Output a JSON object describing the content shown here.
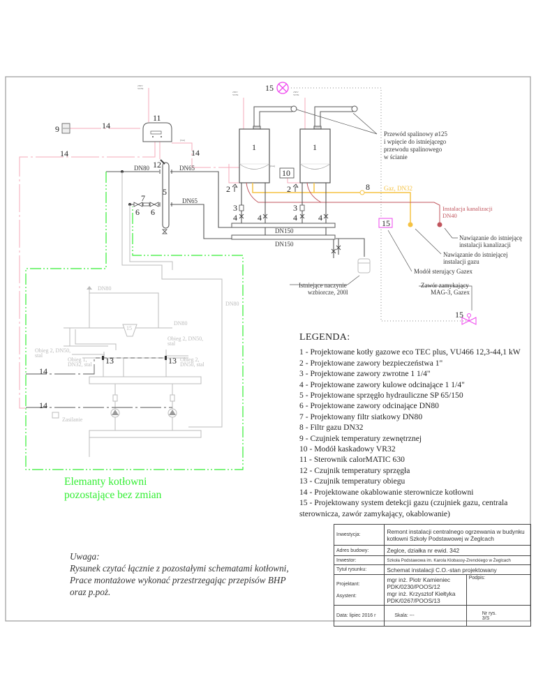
{
  "diagram": {
    "power_label_line1": "230V",
    "power_label_line2": "50 Hz",
    "bus_label": "(bus)",
    "tags": {
      "boiler": "1",
      "safety_valve": "2",
      "check_valve": "3",
      "ball_valve": "4",
      "hydraulic_separator": "5",
      "shutoff_valve": "6",
      "strainer": "7",
      "gas_filter": "8",
      "outdoor_sensor": "9",
      "cascade_module": "10",
      "controller": "11",
      "separator_sensor": "12",
      "circuit_sensor": "13",
      "control_cabling": "14",
      "gas_detection": "15"
    },
    "pipes": {
      "dn80": "DN80",
      "dn65": "DN65",
      "dn150": "DN150",
      "gas": "Gaz, DN32",
      "sewer_line1": "Instalacja kanalizacji",
      "sewer_line2": "DN40"
    },
    "annotations": {
      "flue_line1": "Przewód spalinowy ø125",
      "flue_line2": "i wpięcie do istniejącego",
      "flue_line3": "przewodu spalinowego",
      "flue_line4": "w ścianie",
      "sewer_conn_line1": "Nawiązanie do istniejącę",
      "sewer_conn_line2": "instalacji kanalizacji",
      "gas_conn_line1": "Nawiązanie do istniejącej",
      "gas_conn_line2": "instalacji gazu",
      "gazex_module": "Modół sterujący Gazex",
      "valve_line1": "Zawór zamykający",
      "valve_line2": "MAG-3, Gazex",
      "vessel_line1": "Istniejące naczynie",
      "vessel_line2": "wzbiorcze, 200l"
    },
    "existing": {
      "obieg2_left_line1": "Obieg 2, DN50,",
      "obieg2_left_line2": "stal",
      "obieg2_right_line1": "Obieg 2, DN50,",
      "obieg2_right_line2": "stal",
      "obieg1_line1": "Obieg 1,",
      "obieg1_line2": "DN32, stal",
      "obieg2_lower_line1": "Obieg 2,",
      "obieg2_lower_line2": "DN50, stal",
      "zasilanie": "Zasilanie",
      "dn80": "DN80"
    }
  },
  "legend": {
    "title": "LEGENDA:",
    "items": [
      "1 - Projektowane kotły gazowe eco TEC plus, VU466 12,3-44,1 kW",
      "2 - Projektowane zawory bezpieczeństwa 1\"",
      "3 - Projektowane zawory zwrotne 1 1/4\"",
      "4 - Projektowane zawory kulowe odcinające 1 1/4\"",
      "5 - Projektowane sprzęgło hydrauliczne SP 65/150",
      "6 - Projektowane zawory odcinające DN80",
      "7 - Projektowany filtr siatkowy DN80",
      "8 - Filtr gazu DN32",
      "9 - Czujniek temperatury zewnętrznej",
      "10 - Modół kaskadowy VR32",
      "11 - Sterownik calorMATIC 630",
      "12 - Czujnik temperatury sprzęgła",
      "13 - Czujnik temperatury obiegu",
      "14 - Projektowane okablowanie sterownicze kotłowni",
      "15 - Projektowany system detekcji gazu (czujniek gazu, centrala sterownicza, zawór zamykający, okablowanie)"
    ]
  },
  "green_label": {
    "line1": "Elemanty kotłowni",
    "line2": "pozostające bez zmian"
  },
  "remark": {
    "title": "Uwaga:",
    "line1": "Rysunek czytać łącznie z pozostałymi schematami kotłowni,",
    "line2": "Prace montażowe wykonać przestrzegając przepisów BHP oraz p.poż."
  },
  "title_block": {
    "investment_label": "Inwestycja:",
    "investment_value": "Remont instalacji centralnego ogrzewania w budynku kotłowni Szkoły Podstawowej w Żeglcach",
    "address_label": "Adres budowy:",
    "address_value": "Żeglce, działka nr ewid. 342",
    "investor_label": "Inwestor:",
    "investor_value": "Szkoła Podstawowa im. Karola Klobassy-Zrenckiego w Żeglcach",
    "drawing_title_label": "Tytuł rysunku:",
    "drawing_title_value": "Schemat instalacji C.O.-stan projektowany",
    "designer_label": "Projektant:",
    "assistant_label": "Asystent:",
    "designer_name": "mgr inż. Piotr Kamieniec",
    "designer_id": "PDK/0230/POOS/12",
    "assistant_name": "mgr inż. Krzysztof Kiełtyka",
    "assistant_id": "PDK/0267/POOS/13",
    "signature_label": "Podpis:",
    "date_label": "Data: lipiec 2016 r",
    "scale_label": "Skala:  ---",
    "drawing_no_label": "Nr rys.",
    "drawing_no_value": "3/S"
  },
  "colors": {
    "cable": "#f5a9b8",
    "gas": "#f5c242",
    "sewer": "#c0545c",
    "existing": "#33ee33",
    "gas_detection": "#ee44ee"
  }
}
